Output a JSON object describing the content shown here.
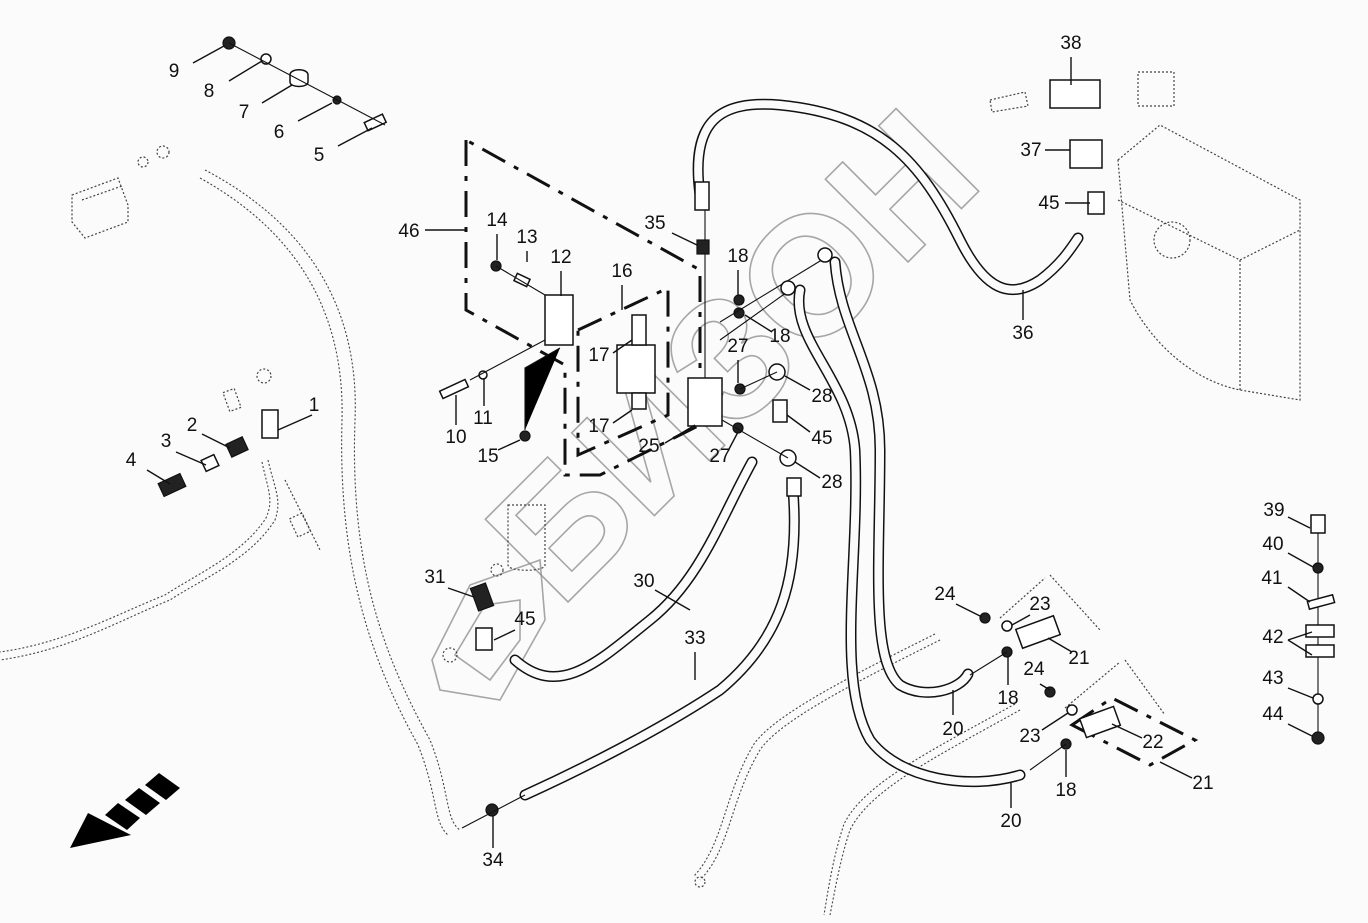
{
  "diagram": {
    "type": "exploded-parts-diagram",
    "subject": "hydraulic hoses and fittings assembly",
    "watermark_text": "БИЗОН",
    "direction_arrow": "front-of-machine arrow pointing lower-left",
    "callouts": [
      {
        "id": "c1",
        "label": "1"
      },
      {
        "id": "c2",
        "label": "2"
      },
      {
        "id": "c3",
        "label": "3"
      },
      {
        "id": "c4",
        "label": "4"
      },
      {
        "id": "c5",
        "label": "5"
      },
      {
        "id": "c6",
        "label": "6"
      },
      {
        "id": "c7",
        "label": "7"
      },
      {
        "id": "c8",
        "label": "8"
      },
      {
        "id": "c9",
        "label": "9"
      },
      {
        "id": "c10",
        "label": "10"
      },
      {
        "id": "c11",
        "label": "11"
      },
      {
        "id": "c12",
        "label": "12"
      },
      {
        "id": "c13",
        "label": "13"
      },
      {
        "id": "c14",
        "label": "14"
      },
      {
        "id": "c15",
        "label": "15"
      },
      {
        "id": "c16",
        "label": "16"
      },
      {
        "id": "c17a",
        "label": "17"
      },
      {
        "id": "c17b",
        "label": "17"
      },
      {
        "id": "c18a",
        "label": "18"
      },
      {
        "id": "c18b",
        "label": "18"
      },
      {
        "id": "c18c",
        "label": "18"
      },
      {
        "id": "c18d",
        "label": "18"
      },
      {
        "id": "c20a",
        "label": "20"
      },
      {
        "id": "c20b",
        "label": "20"
      },
      {
        "id": "c21a",
        "label": "21"
      },
      {
        "id": "c21b",
        "label": "21"
      },
      {
        "id": "c22",
        "label": "22"
      },
      {
        "id": "c23a",
        "label": "23"
      },
      {
        "id": "c23b",
        "label": "23"
      },
      {
        "id": "c24a",
        "label": "24"
      },
      {
        "id": "c24b",
        "label": "24"
      },
      {
        "id": "c25",
        "label": "25"
      },
      {
        "id": "c27a",
        "label": "27"
      },
      {
        "id": "c27b",
        "label": "27"
      },
      {
        "id": "c28a",
        "label": "28"
      },
      {
        "id": "c28b",
        "label": "28"
      },
      {
        "id": "c30",
        "label": "30"
      },
      {
        "id": "c31",
        "label": "31"
      },
      {
        "id": "c33",
        "label": "33"
      },
      {
        "id": "c34",
        "label": "34"
      },
      {
        "id": "c35",
        "label": "35"
      },
      {
        "id": "c36",
        "label": "36"
      },
      {
        "id": "c37",
        "label": "37"
      },
      {
        "id": "c38",
        "label": "38"
      },
      {
        "id": "c39",
        "label": "39"
      },
      {
        "id": "c40",
        "label": "40"
      },
      {
        "id": "c41",
        "label": "41"
      },
      {
        "id": "c42",
        "label": "42"
      },
      {
        "id": "c43",
        "label": "43"
      },
      {
        "id": "c44",
        "label": "44"
      },
      {
        "id": "c45a",
        "label": "45"
      },
      {
        "id": "c45b",
        "label": "45"
      },
      {
        "id": "c45c",
        "label": "45"
      },
      {
        "id": "c46",
        "label": "46"
      }
    ]
  }
}
